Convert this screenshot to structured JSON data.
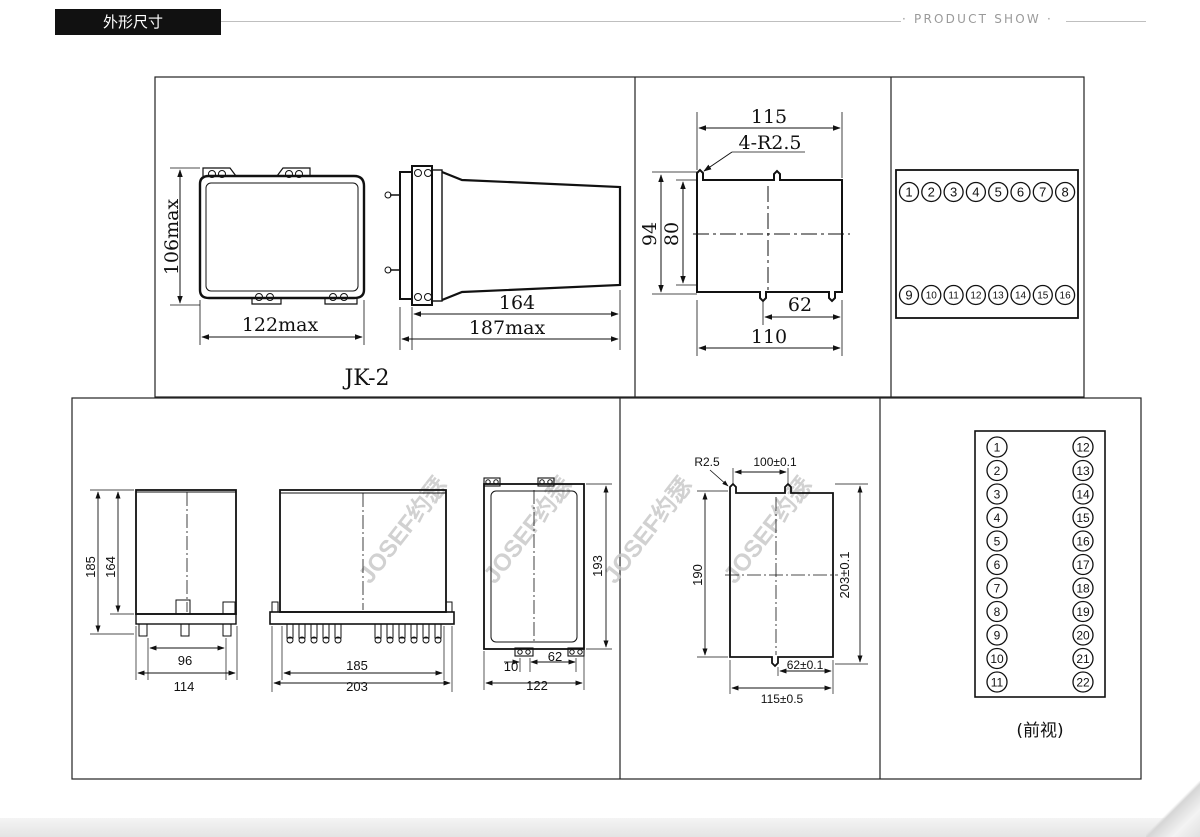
{
  "header": {
    "title": "外形尺寸",
    "right_label": "·  PRODUCT SHOW  ·"
  },
  "upper": {
    "model": "JK-2",
    "front_view": {
      "height": "106max",
      "width": "122max"
    },
    "side_view": {
      "body": "164",
      "total": "187max"
    },
    "cutout": {
      "top": "115",
      "radius": "4-R2.5",
      "outer_h": "94",
      "inner_h": "80",
      "slot": "62",
      "bottom": "110"
    },
    "terminals_top": [
      "1",
      "2",
      "3",
      "4",
      "5",
      "6",
      "7",
      "8"
    ],
    "terminals_bottom": [
      "9",
      "10",
      "11",
      "12",
      "13",
      "14",
      "15",
      "16"
    ]
  },
  "lower": {
    "view1": {
      "h_outer": "185",
      "h_inner": "164",
      "w_inner": "96",
      "w_outer": "114"
    },
    "view2": {
      "w_inner": "185",
      "w_outer": "203"
    },
    "view3": {
      "h": "193",
      "a": "10",
      "b": "62",
      "w": "122"
    },
    "cutout": {
      "radius": "R2.5",
      "top": "100±0.1",
      "left": "190",
      "right": "203±0.1",
      "slot": "62±0.1",
      "bottom": "115±0.5"
    },
    "terminals_left": [
      "1",
      "2",
      "3",
      "4",
      "5",
      "6",
      "7",
      "8",
      "9",
      "10",
      "11"
    ],
    "terminals_right": [
      "12",
      "13",
      "14",
      "15",
      "16",
      "17",
      "18",
      "19",
      "20",
      "21",
      "22"
    ],
    "front_label": "(前视)"
  },
  "watermark": "JOSEF约瑟"
}
